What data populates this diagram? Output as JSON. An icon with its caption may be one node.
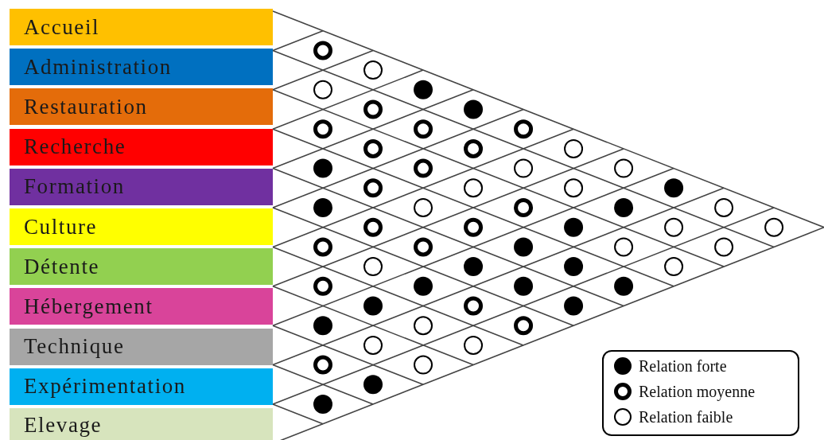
{
  "diagram": {
    "nodes": [
      {
        "text": [
          "Accueil"
        ]
      },
      {
        "text": [
          "Administration"
        ]
      },
      {
        "text": [
          "Restauration"
        ]
      },
      {
        "text": [
          "Recherche"
        ]
      },
      {
        "text": [
          "Formation"
        ]
      },
      {
        "text": [
          "Culture"
        ]
      },
      {
        "text": [
          "Détente"
        ]
      },
      {
        "text": [
          "Hébergement"
        ]
      },
      {
        "text": [
          "Technique"
        ]
      },
      {
        "text": [
          "Expérimentation"
        ]
      },
      {
        "text": [
          "Elevage"
        ]
      },
      {
        "text": [],
        "shape": "ring"
      },
      {
        "text": [],
        "shape": "circle"
      },
      {
        "text": [],
        "shape": "ring"
      },
      {
        "text": [],
        "shape": "dot"
      },
      {
        "text": [],
        "shape": "dot"
      },
      {
        "text": [],
        "shape": "ring"
      },
      {
        "text": [],
        "shape": "ring"
      },
      {
        "text": [],
        "shape": "dot"
      },
      {
        "text": [],
        "shape": "ring"
      },
      {
        "text": [],
        "shape": "dot"
      },
      {
        "text": [],
        "shape": "circle"
      },
      {
        "text": [],
        "shape": "ring"
      },
      {
        "text": [],
        "shape": "ring"
      },
      {
        "text": [],
        "shape": "ring"
      },
      {
        "text": [],
        "shape": "ring"
      },
      {
        "text": [],
        "shape": "circle"
      },
      {
        "text": [],
        "shape": "dot"
      },
      {
        "text": [],
        "shape": "circle"
      },
      {
        "text": [],
        "shape": "dot"
      },
      {
        "text": [],
        "shape": "dot"
      },
      {
        "text": [],
        "shape": "ring"
      },
      {
        "text": [],
        "shape": "ring"
      },
      {
        "text": [],
        "shape": "circle"
      },
      {
        "text": [],
        "shape": "ring"
      },
      {
        "text": [],
        "shape": "dot"
      },
      {
        "text": [],
        "shape": "circle"
      },
      {
        "text": [],
        "shape": "circle"
      },
      {
        "text": [],
        "shape": "dot"
      },
      {
        "text": [],
        "shape": "ring"
      },
      {
        "text": [],
        "shape": "circle"
      },
      {
        "text": [],
        "shape": "ring"
      },
      {
        "text": [],
        "shape": "dot"
      },
      {
        "text": [],
        "shape": "ring"
      },
      {
        "text": [],
        "shape": "circle"
      },
      {
        "text": [],
        "shape": "ring"
      },
      {
        "text": [],
        "shape": "circle"
      },
      {
        "text": [],
        "shape": "ring"
      },
      {
        "text": [],
        "shape": "dot"
      },
      {
        "text": [],
        "shape": "dot"
      },
      {
        "text": [],
        "shape": "ring"
      },
      {
        "text": [],
        "shape": "circle"
      },
      {
        "text": [],
        "shape": "circle"
      },
      {
        "text": [],
        "shape": "dot"
      },
      {
        "text": [],
        "shape": "dot"
      },
      {
        "text": [],
        "shape": "dot"
      },
      {
        "text": [],
        "shape": "circle"
      },
      {
        "text": [],
        "shape": "dot"
      },
      {
        "text": [],
        "shape": "circle"
      },
      {
        "text": [],
        "shape": "dot"
      },
      {
        "text": [],
        "shape": "dot"
      },
      {
        "text": [],
        "shape": "circle"
      },
      {
        "text": [],
        "shape": "circle"
      },
      {
        "text": [],
        "shape": "circle"
      },
      {
        "text": [],
        "shape": "circle"
      },
      {
        "text": [],
        "shape": "circle"
      }
    ],
    "legend": [
      {
        "text": "Relation forte"
      },
      {
        "text": "Relation moyenne"
      },
      {
        "text": "Relation faible"
      }
    ]
  }
}
